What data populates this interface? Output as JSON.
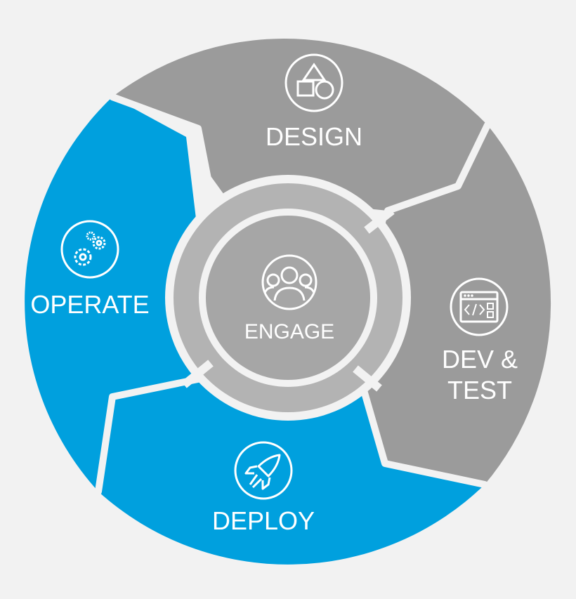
{
  "diagram": {
    "center": {
      "label": "ENGAGE",
      "icon": "people-group-icon"
    },
    "segments": [
      {
        "id": "design",
        "label": "DESIGN",
        "icon": "shapes-icon",
        "color": "#9b9b9b"
      },
      {
        "id": "dev-test",
        "label_lines": [
          "DEV &",
          "TEST"
        ],
        "icon": "code-window-icon",
        "color": "#9b9b9b"
      },
      {
        "id": "deploy",
        "label": "DEPLOY",
        "icon": "rocket-icon",
        "color": "#00a0de"
      },
      {
        "id": "operate",
        "label": "OPERATE",
        "icon": "gears-icon",
        "color": "#00a0de"
      }
    ],
    "colors": {
      "background": "#f2f2f2",
      "gray": "#9b9b9b",
      "blue": "#00a0de",
      "ring_gray": "#b3b3b3",
      "center_gray": "#a6a6a6",
      "separator": "#f2f2f2"
    }
  }
}
